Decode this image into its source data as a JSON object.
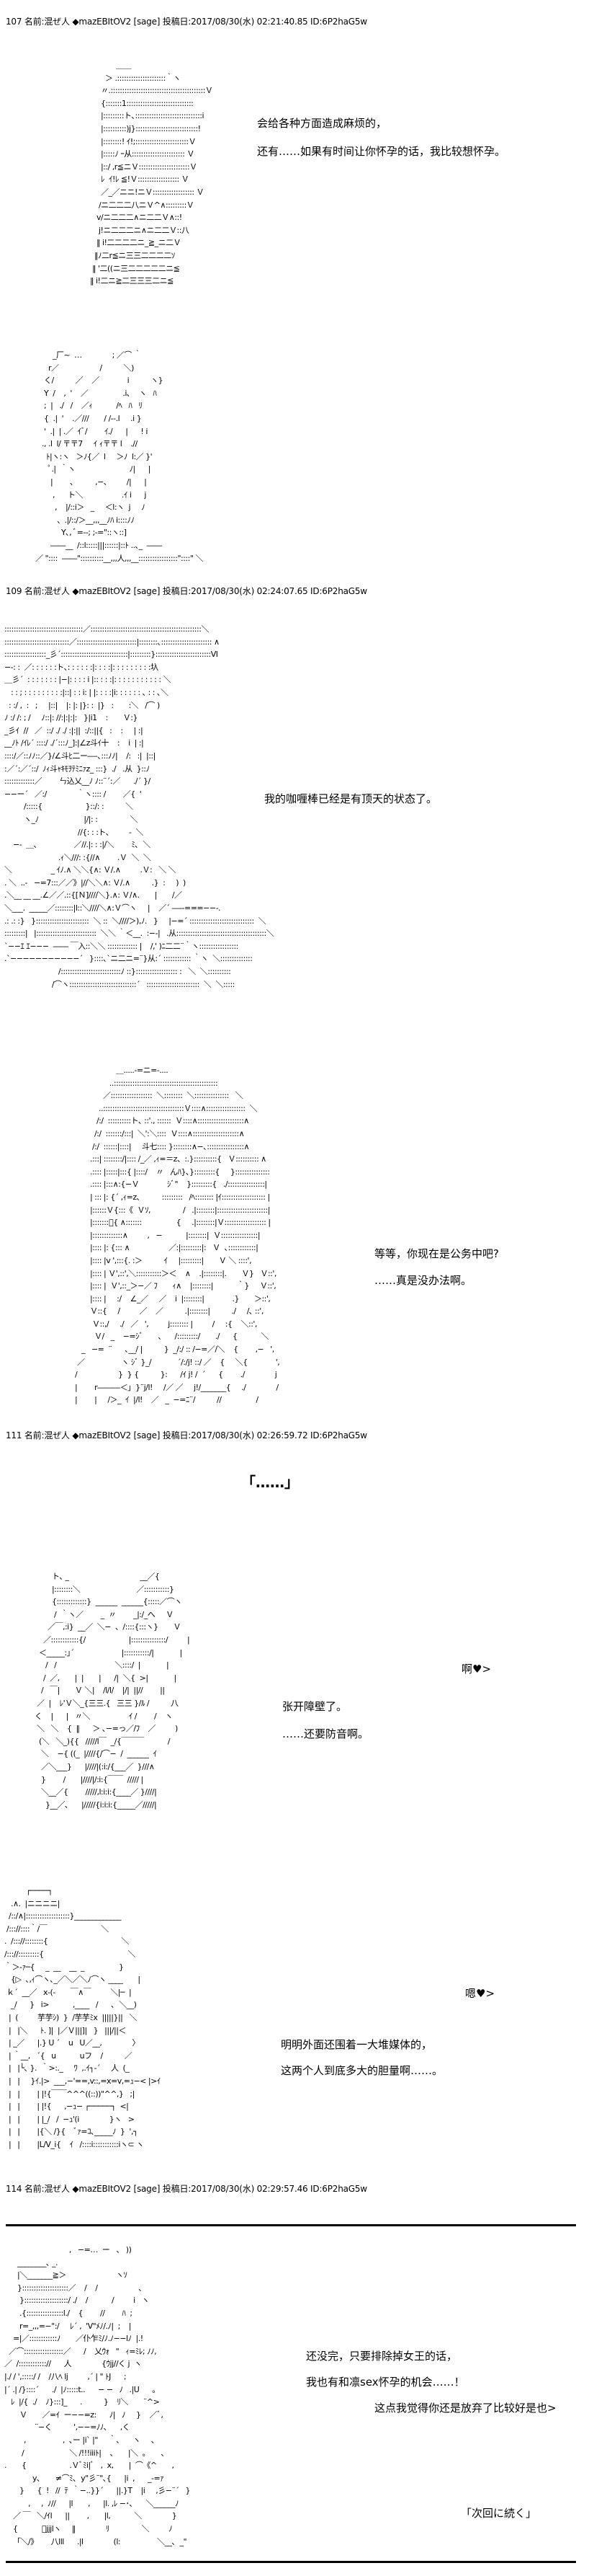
{
  "posts": [
    {
      "header": "107 名前:混ぜ人 ◆mazEBItOV2 [sage] 投稿日:2017/08/30(水) 02:21:40.85 ID:6P2haG5w",
      "lines": [
        "会给各种方面造成麻烦的，",
        "还有……如果有时间让你怀孕的话，我比较想怀孕。"
      ],
      "art": [
        "                 ＿＿\n            ＞ .:::::::::::::::::::::｀ヽ\n          〃.:::::::::::::::::::::::::::::::::::::::::Ｖ\n          {:::::::1:::::::::::::::::::::::::::::\n          |:::::::::ト､:::::::::::::::::::::::::::::i\n          |::::::::::)j}:::::::::::::::::::::::::::!\n          |::::::::! ｲ!;:::::::::::::::::::::::Ｖ\n          |:::::ﾉ ｰ从::::::::::::::::::::::: Ｖ\n          |::/ ,r≦ニＶ::::::::::::::::::::::Ｖ\n          ﾚ  ｲ!ﾚ ≦!Ｖ:::::::::::::::::: Ｖ\n          ／_／ニニ!ニＶ:::::::::::::::::: Ｖ\n         /ニ二二二八ニＶ^∧:::::::::Ｖ\n        v/ニ二二二∧ニ二二Ｖ∧::!\n         j!ニ二二二ニ∧ニ二二Ｖ::八\n        ‖ i!二二二二ニ_≧_ニ二Ｖ\n       ‖ﾉ二r≦ニ三三二二二二ｿ\n      ‖ '二((ニ三二二二二二ニ≦\n     ‖ i!二ニ≧二三三三二ニ≦",
        "           _厂~  …              ; ／⌒ ｀\n         r／                   /          ＼)\n       く/          ／    ／             i          ヽ}\n       Y  /    ,  '    ／                .i､    ヽ   ﾊ\n       ;  |   ./   /    ／ｨ           /ﾍ   ﾊ   ﾘ\n       {  .|  '    .／///       / /--.l     .i }\n       '  .|  | .／  ｲﾞ/        ｲ./      |      ! i\n      ., .l  l/ 〒〒7     ｲ ｨ〒〒 l    .//\n        ﾄ|ヽ:ヽ   ＞ﾉ{／  l     ＞ﾉ  l:／ }'\n         ﾟ.|  ｀ヽ                         ﾉ|      |\n          |        ､          ,−､         /|      |\n           ,      ト＼                  .ｲ i      j\n            ,    |/::i＞   _     ＜l:ヽ  j     ﾉ\n             、.|/::/＞__,,,__ﾉﾊ i::::ﾉﾉ\n               Y､, ﾞ=--; ;-=\"::ヽ::]\n          ――__  /::l:::::|||::::::|::ﾄ ..､_  ――\n   ／ \"::::  ――\"::::::::::__,,,人,,,__:::::::::::::::::\"::::\" ＼"
      ]
    },
    {
      "header": "109 名前:混ぜ人 ◆mazEBItOV2 [sage] 投稿日:2017/08/30(水) 02:24:07.65 ID:6P2haG5w",
      "lines": [
        "我的咖喱棒已经是有顶天的状态了。",
        "等等，你现在是公务中吧?",
        "……真是没办法啊。"
      ],
      "art": [
        "::::::::::::::::::::::::::::::::::／::::::::::::::::::::::::::::::::::::::::::::::::＼\n::::::::::::::::::::::::::::／::::::::::::::::::::::::::|::::::::､:::::::::::::::::::::: ∧\n::::::::::::::::::_彡´:::::::::::::::::::::::::::::|:::::::::}::::::::::::::::::::::::Ⅵ\n−-: :  ／: : : : : :ト､: : : : : :|: : : :|: : : : : : : : :圦\n＿彡´  : : : : : : : |−|: : : : i |:: : : :|: : : : : : : : : : : ＼\n   : : ; : : : : : : : : :|::| : : i: | |: : : :|i: : : : : : ､ : : ､＼\n  : :/ ,  :   ;     |::|    |: |: |}: :  |}   :       :＼   /⌒ )\nﾉ :/ /: ; /     ﾉ::|: //:|:|:|:   }|i1    :       Ｖ:}\n_彡ｲ  //   ／  ::/ ./ ./ :|:||  :/::||{   :    :     | :|\n__ﾉﾄ /ｲﾚ´ ::::/ ./´:::ﾉ_]:|∠z斗ｲ十    :    i  | :|\n::::/／::ﾉﾉ::／}/∠斗ﾋ二ー―‐､:::ﾉﾉ|    /:   :|  |::|\n:／´:／´::/  ﾉｨ斗ｬｷﾓｦﾃﾐﾆｧz_ :::}  ./   .从  }::ﾉ\n:::::::::::::／        ㄣ込乂__ﾉ ﾉ::¨´:／      ./´ }/\n−−ー´   ／:/              ｀ヽ:::: /        ／{  '\n         /:::::{                    }::/: :          ＼\n         ヽ_ﾉ                     |/|: :               ＼\n                                  //{: : :ト､         -  ＼\n    −-  ＿､                 ／//.|: : :|/＼        ﾐ､  ＼\n                         .ｨ＼///: :{//∧        .Ｖ  ＼  ＼\n＼                  _ ｲﾉ.∧ ＼＼{∧: Ｖ/.∧         .Ｖ:   ＼ ＼\n. ＼  ..-   −=7:::／／》|//＼＼∧: Ｖ/.∧          .}  :     )  )\n.＼__ __ __.∠／／.::{[Ｎ]////＼}.∧: Ｖ/∧.       |       /／\n＼___.  _____／::::::::|l::＼////＼∧:Ｖ⌒ヽ     |    ／´ ―-‐===−−-.\n.: .: :}   }:::::::::::::::::::::::  ＼ ::  ＼////＞),ﾉ.   }     |−=´ ::::::::::::::::::::::::::::  ＼\n:::::::::|   |::::::::::::::::::::::::::  ＼＼ ｀＜__.  :−-|   .从:::::::::::::::::::::::::::::::::::::::＼\n`−−ｴ ｴ−−−  ―― ￣入::＼＼ ::::::::::::: |    /,' )ﾆ二二¨｀ヽ:::::::::::::::::\n.`−−−−−−−−−−−´   }::::､`ニ二ニ=¨}从:´ :::::::::::: ｀ヽ  ＼::::::::::::::\n                         /::::::::::::::::::::::::::ﾉ ::}:::::::::::::::::: :   ＼  ＼::::::::::\n                      /⌒ヽ:::::::::::::::::::::::::::::´   :::::::::::::::::::::::  ＼  ＼:::::",
        "                       ＿.....-=ニ=-....\n                    ..:::::::::::::::::::::::::::::::::::::::::::::\n                 ／::::::::::::::::::  ＼::::::::  ＼:::::::::::::::   ＼\n               ..:::::::::::::::::::::::::::::::::::Ｖ::::∧:::::::::::::::::  ＼\n              /:/  ::::::::::ト､ ::'., ::::::  Ｖ::::∧::::::::::::::::::::∧\n             /:/  :::::::/:::|  ＼':＼::::  Ｖ::::∧::::::::::::::::::::∧\n            /:/  ::::::|::::|     斗七:::: }::::::::∧−､::::::::::::::::∧\n           .:::| ::::::::/|:::: /_／ ,ｨ=＝z、:.}::::::::::{   Ｖ:::::::::: ∧\n           .:::: |:::::|:::{ |::::/    〃   んﾊ}､}:::::::::{     }:::::::::::::::\n           .:::: |:::∧:{−Ｖ             ｼﾞ\"    }:::::::::{   ./::::::::::::::::|\n           | ::: |: {´ ,ｨ=z､          :::::::::   /ﾍ:::::::: |ｲ::::::::::::::::::: |\n           |::::::Ｖ{:::《  Ｖｿ,               /   .|::::::::|::::::::::::::::::::::|\n           |:::::::ﾞ{ ∧:::::::                {     .|::::::::|Ｖ:::::::::::::::::: |\n           |:::::::::::::∧         ,   −           |::::::::|  Ｖ::::::::::::::::|\n           |:::: |: {::: ∧                  ／:|:::::::::|:   Ｖ  ､::::::::::::|\n           |:::: |v ',:::{. :＞          ｲ     |:::::::::|       Ｖ ＼ ::::',\n           |:::: | Ｖ',::',＼:::::::::::＞＜    ∧    .|::::::::|.       Ｖ}   Ｖ::',\n           |:::: |  Ｖ',::_＞−／ ﾌ       ｨ∧    |::::::::|           ｀}     Ｖ::',\n           |:::: |     :/    ∠_／     ／    i  |::::::::|             .}       ＞::',\n           Ｖ::{     /         ／    ／          .|::::::::|          ./     /､ ::',\n            Ｖ::,/     ./   ／   ',         j:::::::: |         /     :{    ＼::',\n             Ｖ/   _    −=ｼﾞ       ､      /:::::::::/       ./      {           ＼\n       _   −=  ¨      ､__/ |          }  _/:/ :: /−=／/＼    {        ,−   ',\n     ／                 ヽ ｼﾞ }_/            ´/:/j! ::/ ／    {     ＼{             ',\n    /                   }  } {          }:      /ｲ j! /  ´      {        ./              j\n    |        r―――＜｣  }¨j/l!     /／ ／     j!/_______{     ./              /\n    |        |     /＞_  ｲ  |/l!    ／   _  −=ﾆ¨/          //                /"
      ]
    },
    {
      "header": "111 名前:混ぜ人 ◆mazEBItOV2 [sage] 投稿日:2017/08/30(水) 02:26:59.72 ID:6P2haG5w",
      "bracket": "「……」",
      "lines": [
        "啊♥>",
        "张开障壁了。",
        "……还要防音啊。",
        "嗯♥>",
        "明明外面还围着一大堆媒体的，",
        "这两个人到底多大的胆量啊……。"
      ],
      "art": [
        "            ト､ _                                 __／{\n            |::::::::＼                          ／:::::::::::}\n            {:::::::::::::}  ______  ______{:::::／⌒ヽ\n             /  ｀ヽ／        _  〃        _|:/_へ     Ｖ\n          ／￣,:i}  __／  ＼−  、/::::{:::ヽ}       Ｖ\n        ／::::::::::::{/                    |:::::::::::::::/         |\n      ＜_____:｣´                      |:::::::::::/|            |\n         /   /                           ＼::::/  |            |\n        /  ／,       |  |       |      /|  ＼{  >|            |\n       /   ￣|       Ｖ ＼|    /l/l/    |/|  ||//        ||\n     ／  |    ﾚ'Ｖ＼_{三三.{   三三 }/ﾙ /          八\n    く    |      |   〃＼                  ｲ /        /    ヽ\n     ＼   ＼    {  ‖      ＞ ､−=っ／/ﾌ    ／         )\n      (＼   ＼_){{   /////l￣  _/{￣￣￣           /\n       ＼    −{ ((_  |////{/⌒−  /  ______  ｲ\n       ／＼___}      |////|(:i:/{___／  }///∧\n       }        /       |////|/:i:{￣￣  ///// |\n       ＼__／{        /////,l:i:i:{____／ }////|\n         }__／､      |/////{i:i:i:{_____／/////|",
        "          ┌────┐\n   .∧.  |ニニニニ|\n  /::/∧|:::::::::::::::::::}_____________\n /::://::::｀/￣                         ＼\n.  /::://::::::::{                                  ＼\n/::://:::::::::{                                       ＼\n｀＞-ｧ─{     _  __    __  _                }\n   {▷  ､,ｨ⌒ヽ､_／＼／＼ﾉ⌒ヽ ____       |\n ｋ´  __／   x-(-       ￣∧￣         ＼|─  |\n   _/      }   i>           ,____   /      ､  ＼__)\n  |  (         芋芋ｼ)  }  /芋芋ﾐx  |||||}||   ＼\n  |   |＼      ﾄ. ]|  |／Ｖ|||]|   }   |||/||＜\n  | _／      |.} U ´    u   U／__,              〉\n  | ｀__,   ´{   u           uフ    /          ／\n  |   |└､ }.  ｀>:._     ﾜ  ,.ｲ┐-´     人  (_\n  |   |     }ｲ.|>  ___,−'==,v::,=x=v,=ｭ−< |>ｲ\n  |   |        | |!{￣￣^^^((::))\"^^,}   ;|\n  |   |        | |!{      ,−ｭ− ┌─────┐  <|\n  |   |        | |_/   /  −ｭ'(i              }ヽ   >\n  |   |        |{＼ /}{    ﾞｧ=ｺ､_____ﾉ  }  ',┐\n  |   |        |L/V_i{    ｲ   /::::i:::::::::::iヽ⊂ ヽ"
      ]
    },
    {
      "header": "114 名前:混ぜ人 ◆mazEBItOV2 [sage] 投稿日:2017/08/30(水) 02:29:57.46 ID:6P2haG5w",
      "lines": [
        "还没完，只要排除掉女王的话，",
        "我也有和凛sex怀孕的机会……！",
        "这点我觉得你还是放弃了比较好是也>",
        "「次回に続く」"
      ],
      "art": [
        "                              ,   −=…  ー   、 ))\n      ________､ _.\n      |＼_______≧＞                       ヽｿ\n      }::::::::::::::::::::／    /    /                   ､\n       }:::::::::::::::::::/ ./    /           /         i   ヽ\n       .{::::::::::::::::l./    {        //        ﾊ  ;\n       r=_,,,=−\":/     ﾚ´ ,  'V\"ﾒﾉ/.ﾉ|  ;    |\n    =|／::::::::::::ﾉ       ／仆乍ﾐ/ﾉ.ﾉ−−lﾉ  |.!\n  ／⌒:::::::::::::::::／      /    乂ｳｫ   \"   ｨ=ﾐﾚ; ﾉﾉ,\n／  /:::::::::::://      人              {ｳjj//く j  ヽ\n|./ / ',:::::/ /    /八ﾍ lj         ,´ | \" ﾄJ      ;\n|´ .| /}::::´      ./  |ﾉ:::::t..      − −   ﾉ   .|U      ｡\n   ﾚ  |/{  ./    ﾉ}:::]_      .          }    ﾘ＼       ¨^>\n       Ｖ       ／=ｲ  ー−−=z:      ﾉ|   ﾉ     }    ／ﾞ,\n              ¨−く          ',−−=ﾉﾉ､      ,く\n         ,                 ,  ､ー |i` |\"     ｀､      ヽ     ､\n        /                     ＼ /!!!iiiﾄ|    、     |＼  ｡       ､\n.       {                    .Ｖﾞﾐi|ﾞ   ,  x,       |  ⌒《^       ,\n             y､       ≠⌒ﾐ､  y\"彡¨\"､{      |i  ,      _-=ｧ\n       }      {  !   //  ﾃ  ｀−..}}´      ||.}T    |i     ,彡−¨´   }\n           ,     ,  ﾉ//      |l       ,      |l. ,ﾚ −･､      ＼______ﾉ\n    ／ ￣   ＼/ｲl      ||        ,       |l,           ＼              }\n    {           ﾞjjjlヽ     ‖              ﾘ               ＼         ﾉ\n    「＼/》      八lll      .|l              (l:                 ＼__､  _\""
      ]
    }
  ]
}
